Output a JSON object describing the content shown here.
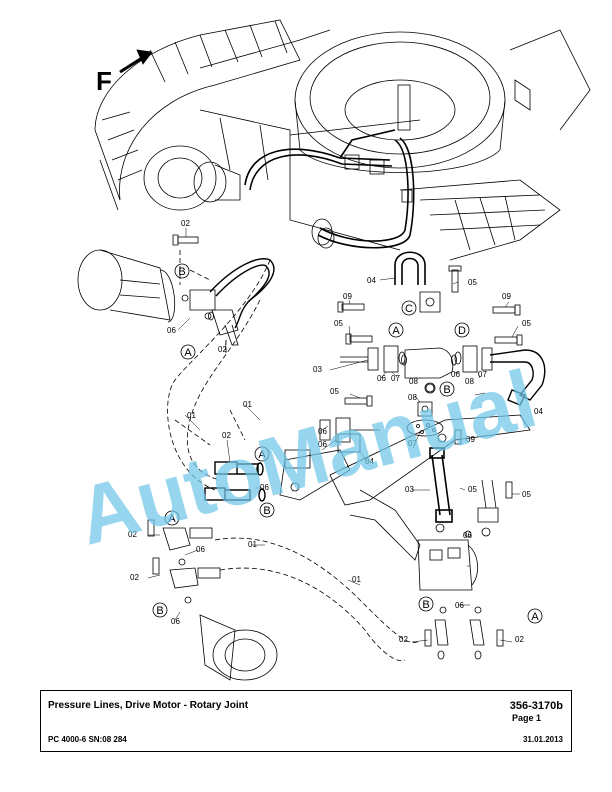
{
  "diagram": {
    "direction_letter": "F",
    "watermark": "AutoManual",
    "part_labels": [
      {
        "id": "p1",
        "text": "02"
      },
      {
        "id": "p2",
        "text": "02"
      },
      {
        "id": "p3",
        "text": "06"
      },
      {
        "id": "p4",
        "text": "04"
      },
      {
        "id": "p5",
        "text": "05"
      },
      {
        "id": "p6",
        "text": "09"
      },
      {
        "id": "p7",
        "text": "05"
      },
      {
        "id": "p8",
        "text": "09"
      },
      {
        "id": "p9",
        "text": "05"
      },
      {
        "id": "p10",
        "text": "03"
      },
      {
        "id": "p11",
        "text": "06"
      },
      {
        "id": "p12",
        "text": "07"
      },
      {
        "id": "p13",
        "text": "06"
      },
      {
        "id": "p14",
        "text": "07"
      },
      {
        "id": "p15",
        "text": "08"
      },
      {
        "id": "p16",
        "text": "08"
      },
      {
        "id": "p17",
        "text": "04"
      },
      {
        "id": "p18",
        "text": "05"
      },
      {
        "id": "p19",
        "text": "08"
      },
      {
        "id": "p20",
        "text": "01"
      },
      {
        "id": "p21",
        "text": "01"
      },
      {
        "id": "p22",
        "text": "02"
      },
      {
        "id": "p23",
        "text": "06"
      },
      {
        "id": "p24",
        "text": "06"
      },
      {
        "id": "p25",
        "text": "04"
      },
      {
        "id": "p26",
        "text": "07"
      },
      {
        "id": "p27",
        "text": "09"
      },
      {
        "id": "p28",
        "text": "06"
      },
      {
        "id": "p29",
        "text": "03"
      },
      {
        "id": "p30",
        "text": "05"
      },
      {
        "id": "p31",
        "text": "05"
      },
      {
        "id": "p32",
        "text": "02"
      },
      {
        "id": "p33",
        "text": "06"
      },
      {
        "id": "p34",
        "text": "01"
      },
      {
        "id": "p35",
        "text": "02"
      },
      {
        "id": "p36",
        "text": "01"
      },
      {
        "id": "p37",
        "text": "06"
      },
      {
        "id": "p38",
        "text": "06"
      },
      {
        "id": "p39",
        "text": "06"
      },
      {
        "id": "p40",
        "text": "02"
      },
      {
        "id": "p41",
        "text": "02"
      }
    ],
    "circle_labels": [
      {
        "id": "c1",
        "text": "B"
      },
      {
        "id": "c2",
        "text": "A"
      },
      {
        "id": "c3",
        "text": "C"
      },
      {
        "id": "c4",
        "text": "A"
      },
      {
        "id": "c5",
        "text": "D"
      },
      {
        "id": "c6",
        "text": "B"
      },
      {
        "id": "c7",
        "text": "A"
      },
      {
        "id": "c8",
        "text": "B"
      },
      {
        "id": "c9",
        "text": "A"
      },
      {
        "id": "c10",
        "text": "B"
      },
      {
        "id": "c11",
        "text": "B"
      },
      {
        "id": "c12",
        "text": "A"
      }
    ]
  },
  "title_block": {
    "title": "Pressure Lines, Drive Motor - Rotary Joint",
    "doc_number": "356-3170b",
    "page": "Page 1",
    "model": "PC 4000-6 SN:08 284",
    "date": "31.01.2013"
  }
}
